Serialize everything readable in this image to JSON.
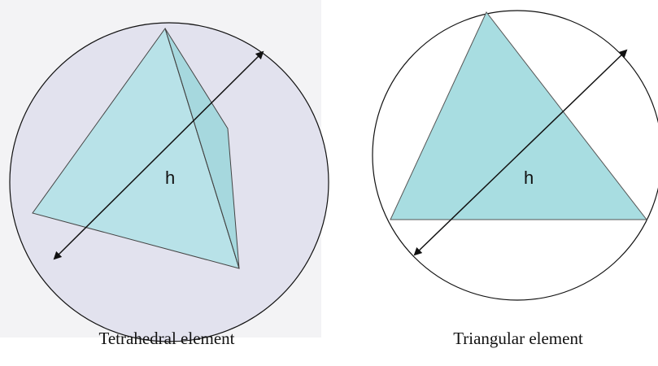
{
  "panels": {
    "left": {
      "caption": "Tetrahedral element",
      "dimension_label": "h"
    },
    "right": {
      "caption": "Triangular element",
      "dimension_label": "h"
    }
  },
  "colors": {
    "sphere_fill": "#e2e2ee",
    "element_fill": "#a8dde1",
    "element_fill_shadow": "#9dd3d8",
    "outline": "#111111",
    "edge": "#333333"
  }
}
